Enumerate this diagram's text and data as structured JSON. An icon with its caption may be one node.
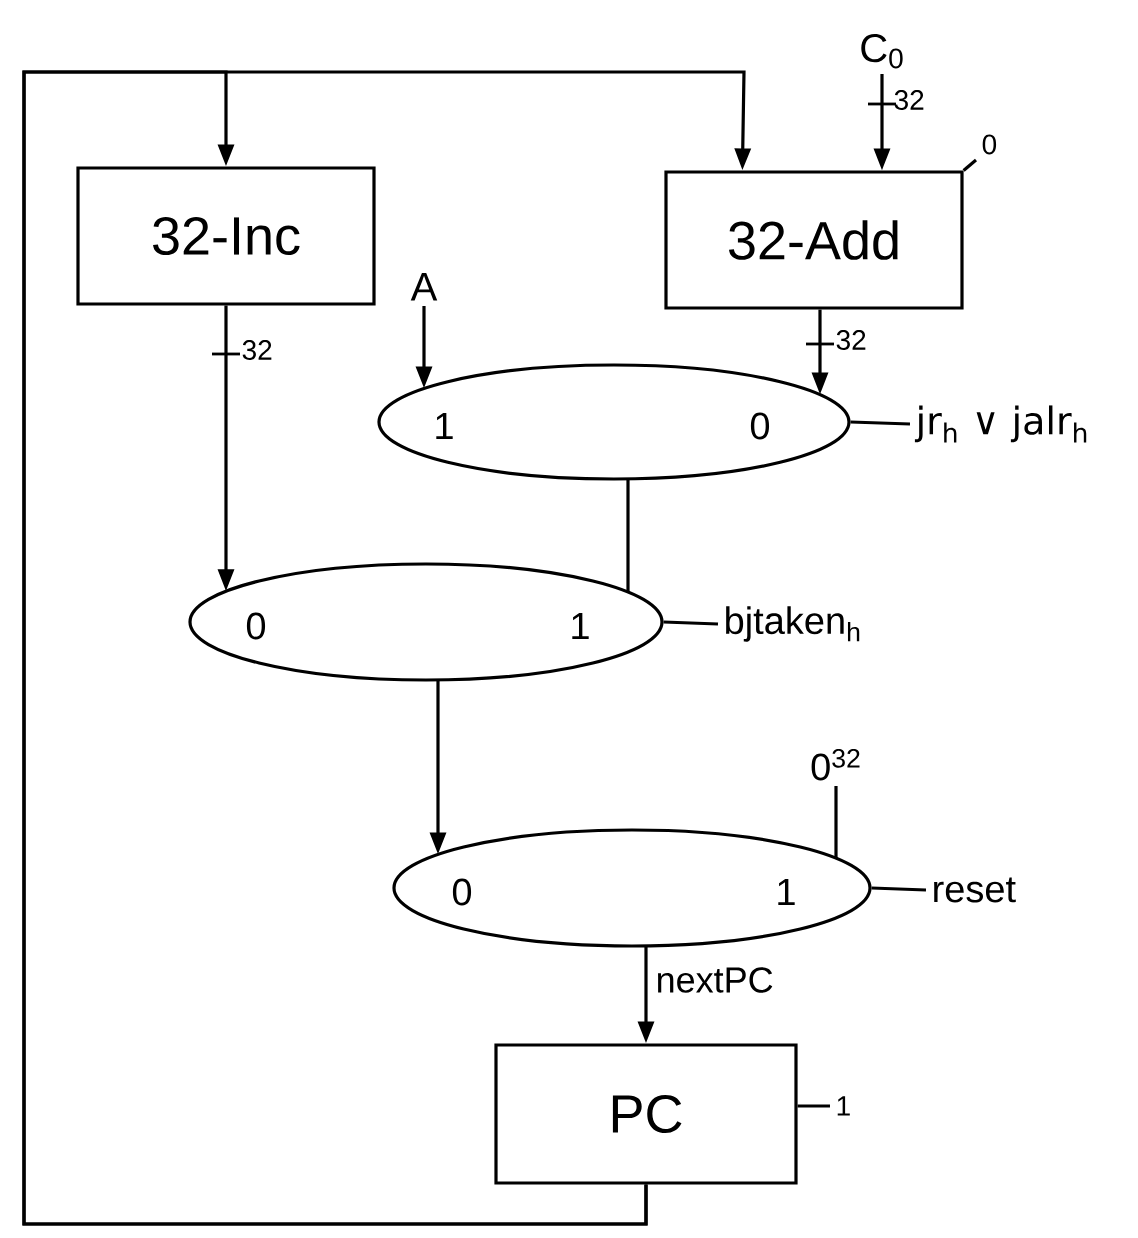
{
  "diagram": {
    "nodes": [
      {
        "text": [
          "C$_{0}$"
        ]
      },
      {
        "text": [
          "0"
        ]
      },
      {
        "text": [
          "32-Inc"
        ]
      },
      {
        "text": [
          "32-Add"
        ]
      },
      {
        "text": [
          "A"
        ]
      },
      {
        "text": [
          "1",
          "0"
        ]
      },
      {
        "text": [
          "jr$_{h}$ ∨ jalr$_{h}$"
        ]
      },
      {
        "text": [
          "0",
          "1"
        ]
      },
      {
        "text": [
          "bjtaken$_{h}$"
        ]
      },
      {
        "text": [
          "0$^{32}$"
        ]
      },
      {
        "text": [
          "0",
          "1"
        ]
      },
      {
        "text": [
          "reset"
        ]
      },
      {
        "text": [
          "PC"
        ]
      },
      {
        "text": [
          "1"
        ]
      }
    ],
    "edges": [
      {
        "from": 12,
        "to": 2,
        "arrow": "to"
      },
      {
        "from": 12,
        "to": 3,
        "arrow": "to"
      },
      {
        "from": 0,
        "to": 3,
        "arrow": "to",
        "label": "32"
      },
      {
        "from": 1,
        "to": 3,
        "arrow": "none"
      },
      {
        "from": 2,
        "to": 7,
        "arrow": "to",
        "label": "32"
      },
      {
        "from": 4,
        "to": 5,
        "arrow": "to"
      },
      {
        "from": 3,
        "to": 5,
        "arrow": "to",
        "label": "32"
      },
      {
        "from": 6,
        "to": 5,
        "arrow": "none"
      },
      {
        "from": 5,
        "to": 7,
        "arrow": "none"
      },
      {
        "from": 8,
        "to": 7,
        "arrow": "none"
      },
      {
        "from": 7,
        "to": 10,
        "arrow": "to"
      },
      {
        "from": 9,
        "to": 10,
        "arrow": "none"
      },
      {
        "from": 11,
        "to": 10,
        "arrow": "none"
      },
      {
        "from": 10,
        "to": 12,
        "arrow": "to",
        "label": "nextPC"
      },
      {
        "from": 13,
        "to": 12,
        "arrow": "none"
      }
    ]
  }
}
